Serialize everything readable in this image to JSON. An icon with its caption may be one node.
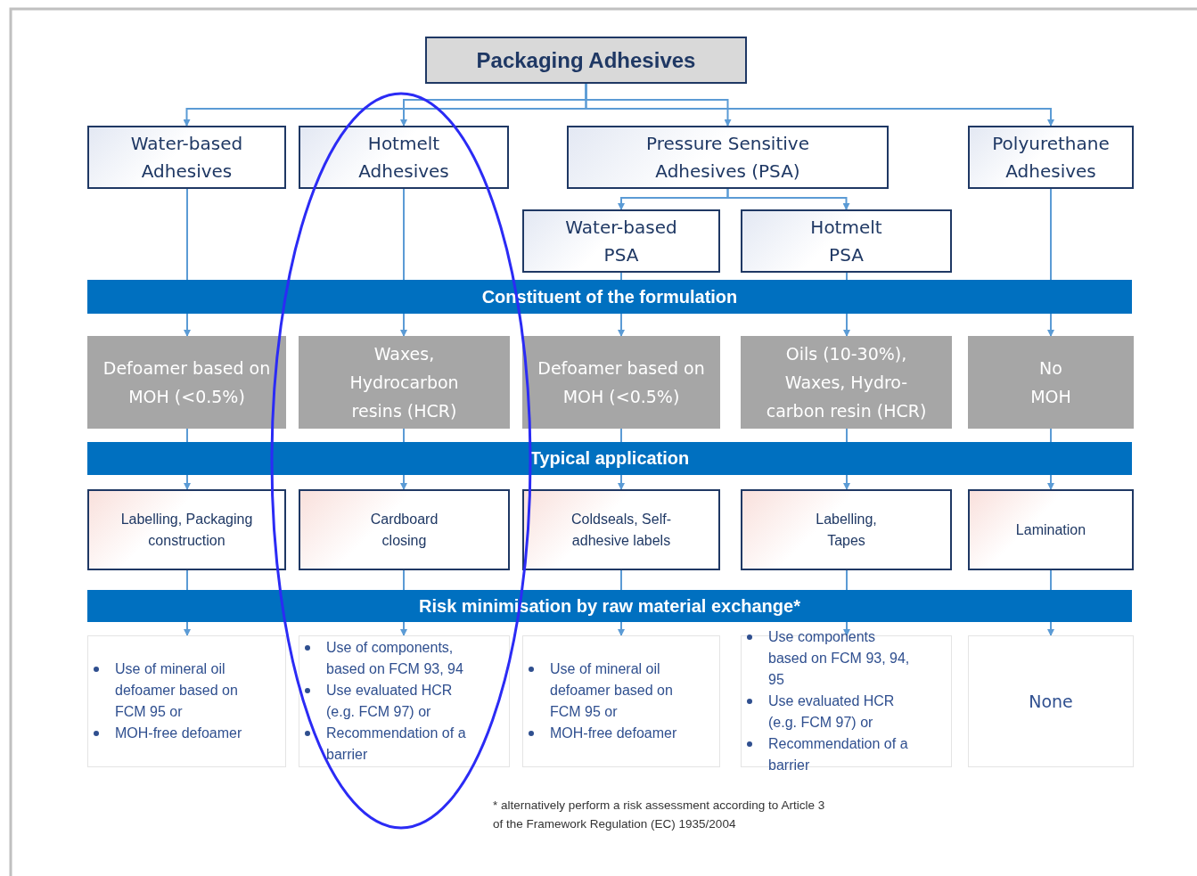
{
  "diagram": {
    "nodes": [
      {
        "text": [
          "Packaging Adhesives"
        ]
      },
      {
        "text": [
          "Water-based Adhesives"
        ]
      },
      {
        "text": [
          "Hotmelt Adhesives"
        ]
      },
      {
        "text": [
          "Pressure Sensitive Adhesives (PSA)"
        ]
      },
      {
        "text": [
          "Polyurethane Adhesives"
        ]
      },
      {
        "text": [
          "Water-based PSA"
        ]
      },
      {
        "text": [
          "Hotmelt PSA"
        ]
      },
      {
        "text": [
          "Constituent of the formulation"
        ]
      },
      {
        "text": [
          "Defoamer based on MOH (<0.5%)"
        ]
      },
      {
        "text": [
          "Waxes, Hydrocarbon resins (HCR)"
        ]
      },
      {
        "text": [
          "Defoamer based on MOH (<0.5%)"
        ]
      },
      {
        "text": [
          "Oils (10-30%), Waxes, Hydro-carbon resin (HCR)"
        ]
      },
      {
        "text": [
          "No MOH"
        ]
      },
      {
        "text": [
          "Typical application"
        ]
      },
      {
        "text": [
          "Labelling, Packaging construction"
        ]
      },
      {
        "text": [
          "Cardboard closing"
        ]
      },
      {
        "text": [
          "Coldseals, Self-adhesive labels"
        ]
      },
      {
        "text": [
          "Labelling, Tapes"
        ]
      },
      {
        "text": [
          "Lamination"
        ]
      },
      {
        "text": [
          "Risk minimisation by raw material exchange*"
        ]
      },
      {
        "text": [
          "Use of mineral oil defoamer based on FCM 95 or",
          "MOH-free defoamer"
        ]
      },
      {
        "text": [
          "Use of components, based on FCM 93, 94",
          "Use evaluated HCR (e.g. FCM 97) or",
          "Recommendation of a barrier"
        ]
      },
      {
        "text": [
          "Use of mineral oil defoamer based on FCM 95 or",
          "MOH-free defoamer"
        ]
      },
      {
        "text": [
          "Use components based on FCM 93, 94, 95",
          "Use evaluated HCR (e.g. FCM 97)  or",
          "Recommendation of a barrier"
        ]
      },
      {
        "text": [
          "None"
        ]
      }
    ],
    "edges": [
      {
        "from": 0,
        "to": 1,
        "arrow": "to"
      },
      {
        "from": 0,
        "to": 2,
        "arrow": "to"
      },
      {
        "from": 0,
        "to": 3,
        "arrow": "to"
      },
      {
        "from": 0,
        "to": 4,
        "arrow": "to"
      },
      {
        "from": 3,
        "to": 5,
        "arrow": "to"
      },
      {
        "from": 3,
        "to": 6,
        "arrow": "to"
      },
      {
        "from": 1,
        "to": 7,
        "arrow": "none"
      },
      {
        "from": 2,
        "to": 7,
        "arrow": "none"
      },
      {
        "from": 5,
        "to": 7,
        "arrow": "none"
      },
      {
        "from": 6,
        "to": 7,
        "arrow": "none"
      },
      {
        "from": 4,
        "to": 7,
        "arrow": "none"
      },
      {
        "from": 7,
        "to": 8,
        "arrow": "to"
      },
      {
        "from": 7,
        "to": 9,
        "arrow": "to"
      },
      {
        "from": 7,
        "to": 10,
        "arrow": "to"
      },
      {
        "from": 7,
        "to": 11,
        "arrow": "to"
      },
      {
        "from": 7,
        "to": 12,
        "arrow": "to"
      },
      {
        "from": 8,
        "to": 13,
        "arrow": "none"
      },
      {
        "from": 9,
        "to": 13,
        "arrow": "none"
      },
      {
        "from": 10,
        "to": 13,
        "arrow": "none"
      },
      {
        "from": 11,
        "to": 13,
        "arrow": "none"
      },
      {
        "from": 12,
        "to": 13,
        "arrow": "none"
      },
      {
        "from": 13,
        "to": 14,
        "arrow": "to"
      },
      {
        "from": 13,
        "to": 15,
        "arrow": "to"
      },
      {
        "from": 13,
        "to": 16,
        "arrow": "to"
      },
      {
        "from": 13,
        "to": 17,
        "arrow": "to"
      },
      {
        "from": 13,
        "to": 18,
        "arrow": "to"
      },
      {
        "from": 14,
        "to": 19,
        "arrow": "none"
      },
      {
        "from": 15,
        "to": 19,
        "arrow": "none"
      },
      {
        "from": 16,
        "to": 19,
        "arrow": "none"
      },
      {
        "from": 17,
        "to": 19,
        "arrow": "none"
      },
      {
        "from": 18,
        "to": 19,
        "arrow": "none"
      },
      {
        "from": 19,
        "to": 20,
        "arrow": "to"
      },
      {
        "from": 19,
        "to": 21,
        "arrow": "to"
      },
      {
        "from": 19,
        "to": 22,
        "arrow": "to"
      },
      {
        "from": 19,
        "to": 23,
        "arrow": "to"
      },
      {
        "from": 19,
        "to": 24,
        "arrow": "to"
      }
    ],
    "labels": [
      "* alternatively perform a risk assessment according to Article 3 of the Framework Regulation (EC) 1935/2004"
    ]
  }
}
